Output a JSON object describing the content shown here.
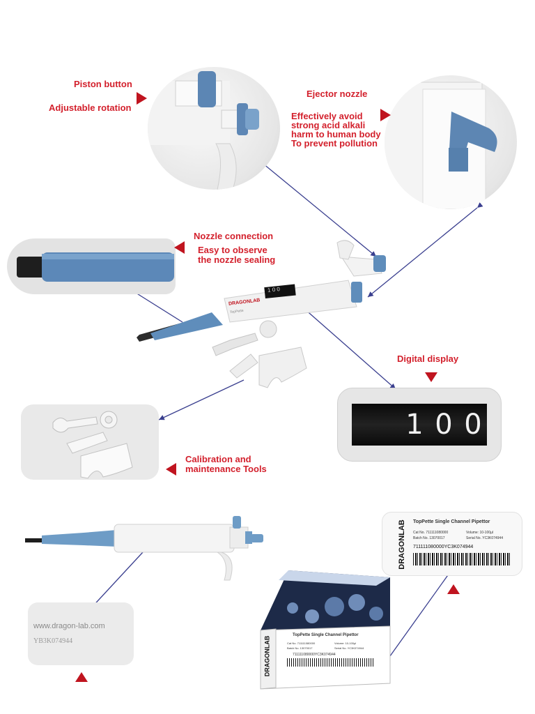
{
  "labels": {
    "piston_button": "Piston button",
    "adjustable_rotation": "Adjustable rotation",
    "ejector_nozzle": "Ejector nozzle",
    "ejector_desc": [
      "Effectively avoid",
      "strong acid alkali",
      "harm to human body",
      "To prevent pollution"
    ],
    "nozzle_connection": "Nozzle connection",
    "nozzle_desc": [
      "Easy to observe",
      "the nozzle sealing"
    ],
    "digital_display": "Digital display",
    "calibration": [
      "Calibration and",
      "maintenance Tools"
    ]
  },
  "display": {
    "digits": [
      "1",
      "0",
      "0"
    ]
  },
  "pipette": {
    "brand": "DRAGONLAB",
    "model": "TopPette",
    "counter": "1 0 0"
  },
  "engraving": {
    "website": "www.dragon-lab.com",
    "serial": "YB3K074944"
  },
  "label_card": {
    "brand": "DRAGONLAB",
    "title": "TopPette Single Channel Pipettor",
    "cat_no": "Cat No. 711111080000",
    "volume": "Volume: 10-100µl",
    "batch_no": "Batch No. 13070017",
    "serial_no": "Serial No. YC3K074944",
    "barcode": "711111080000YC3K074944"
  },
  "box": {
    "brand": "DRAGONLAB",
    "title": "TopPette Single Channel Pipettor",
    "cat_no": "Cat No. 711111080000",
    "volume": "Volume: 10-100µl",
    "batch_no": "Batch No. 13070017",
    "serial_no": "Serial No. YC3K074944",
    "barcode": "711111080000YC3K074944"
  },
  "colors": {
    "label_red": "#d3202c",
    "arrow_red": "#c0141f",
    "pipette_blue": "#6e9cc6",
    "leader_line": "#3a3f8f"
  }
}
